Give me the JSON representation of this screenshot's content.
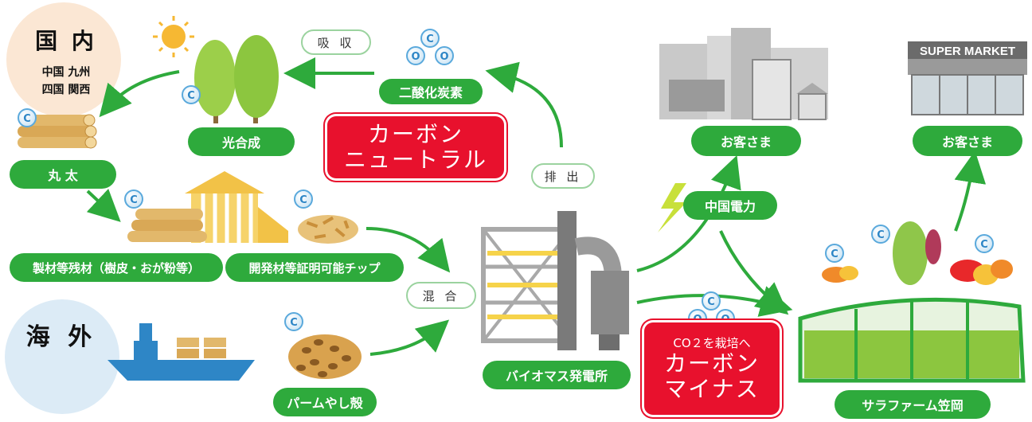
{
  "domestic": {
    "title": "国 内",
    "regions_line1": "中国 九州",
    "regions_line2": "四国 関西"
  },
  "overseas": {
    "title": "海 外"
  },
  "labels": {
    "absorb": "吸 収",
    "co2": "二酸化炭素",
    "photosynthesis": "光合成",
    "logs": "丸 太",
    "lumber_residue": "製材等残材（樹皮・おが粉等）",
    "certified_chip": "開発材等証明可能チップ",
    "mix": "混 合",
    "emit": "排 出",
    "palm": "パームやし殻",
    "plant": "バイオマス発電所",
    "chugoku_power": "中国電力",
    "customer1": "お客さま",
    "customer2": "お客さま",
    "farm": "サラファーム笠岡"
  },
  "carbon_neutral": {
    "line1": "カーボン",
    "line2": "ニュートラル"
  },
  "carbon_minus": {
    "sub": "CO２を栽培へ",
    "line1": "カーボン",
    "line2": "マイナス"
  },
  "supermarket_sign": "SUPER MARKET",
  "c_marker": "C",
  "o_marker": "O",
  "colors": {
    "green": "#2eaa3c",
    "red": "#e8112d",
    "blue": "#5aa9dc",
    "yellow": "#f6d34a",
    "gray": "#9a9a9a"
  }
}
